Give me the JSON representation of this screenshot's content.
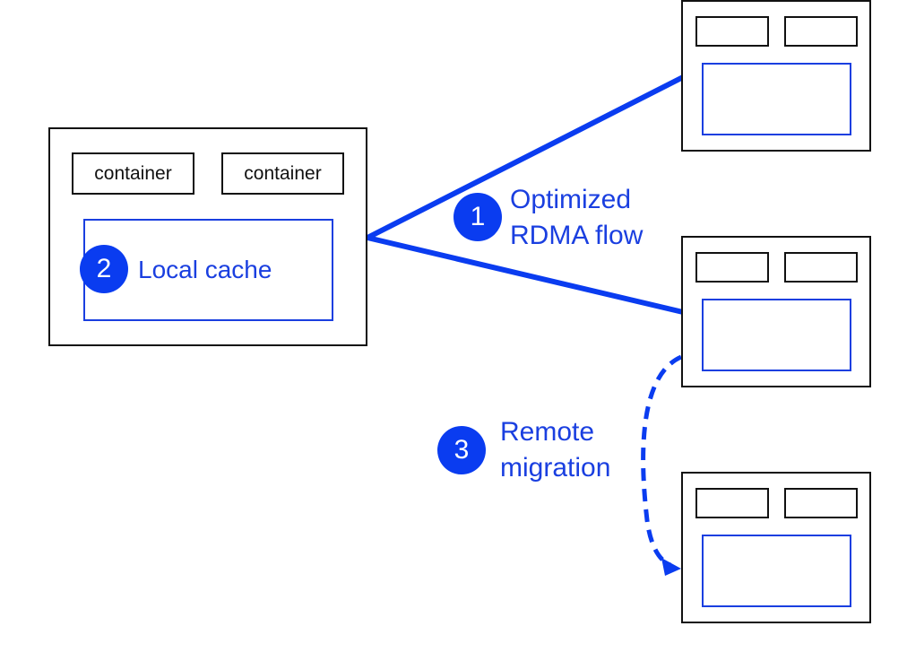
{
  "colors": {
    "accent": "#0a3cf0",
    "outline": "#111111",
    "cache_border": "#1a3fe0"
  },
  "local_node": {
    "containers": [
      "container",
      "container"
    ],
    "badge": "2",
    "cache_label": "Local cache"
  },
  "flow": {
    "badge": "1",
    "label_line1": "Optimized",
    "label_line2": "RDMA flow"
  },
  "migration": {
    "badge": "3",
    "label_line1": "Remote",
    "label_line2": "migration"
  }
}
